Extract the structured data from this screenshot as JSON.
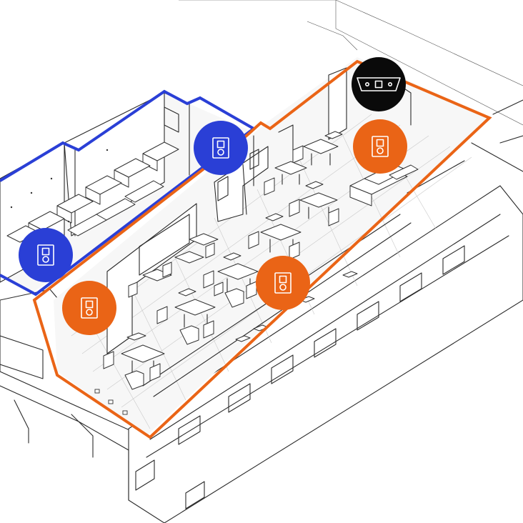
{
  "colors": {
    "zone_a": "#2a3fd6",
    "zone_b": "#ea6416",
    "controller": "#0a0a0a",
    "icon_glyph": "#ffffff",
    "linework": "#2a2a2a",
    "floor_grid": "#c9c9c9"
  },
  "zones": [
    {
      "id": "zone-blue",
      "color_key": "zone_a"
    },
    {
      "id": "zone-orange",
      "color_key": "zone_b"
    }
  ],
  "devices": [
    {
      "id": "blue-speaker-upper",
      "icon": "speaker-icon",
      "zone": "zone-blue"
    },
    {
      "id": "blue-speaker-lower",
      "icon": "speaker-icon",
      "zone": "zone-blue"
    },
    {
      "id": "orange-speaker-left",
      "icon": "speaker-icon",
      "zone": "zone-orange"
    },
    {
      "id": "orange-speaker-center",
      "icon": "speaker-icon",
      "zone": "zone-orange"
    },
    {
      "id": "orange-speaker-right",
      "icon": "speaker-icon",
      "zone": "zone-orange"
    },
    {
      "id": "soundbar-controller",
      "icon": "soundbar-icon",
      "zone": "zone-orange"
    }
  ]
}
